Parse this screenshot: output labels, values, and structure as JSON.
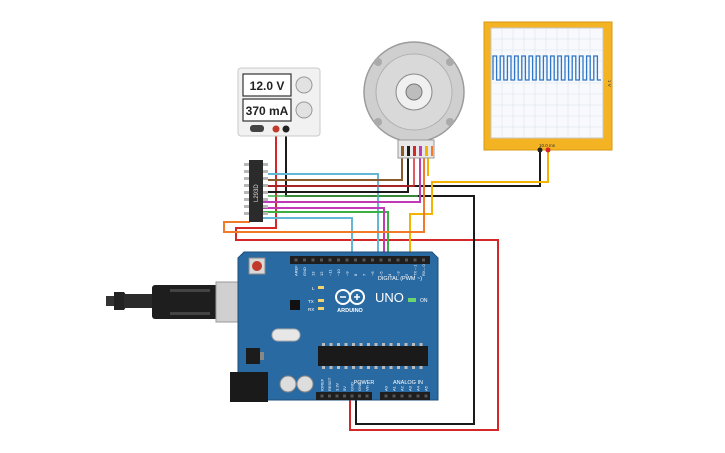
{
  "power_supply": {
    "voltage_label": "12.0 V",
    "current_label": "370 mA"
  },
  "driver_chip": {
    "label": "L293D"
  },
  "oscilloscope": {
    "time_label": "10.0 ms",
    "side_label": "1 V"
  },
  "arduino": {
    "brand_label": "ARDUINO",
    "model_label": "UNO",
    "on_label": "ON",
    "tx_label": "TX",
    "rx_label": "RX",
    "l_label": "L",
    "digital_label": "DIGITAL (PWM ~)",
    "power_label": "POWER",
    "analog_label": "ANALOG IN",
    "digital_pins": [
      "AREF",
      "GND",
      "13",
      "12",
      "~11",
      "~10",
      "~9",
      "8",
      "7",
      "~6",
      "~5",
      "4",
      "~3",
      "2",
      "TX→1",
      "RX←0"
    ],
    "power_pins": [
      "IOREF",
      "RESET",
      "3.3V",
      "5V",
      "GND",
      "GND",
      "Vin"
    ],
    "analog_pins": [
      "A0",
      "A1",
      "A2",
      "A3",
      "A4",
      "A5"
    ]
  },
  "colors": {
    "board": "#2a6aa3",
    "wire_red": "#d62728",
    "wire_black": "#1a1a1a",
    "wire_yellow": "#f2b400",
    "wire_green": "#3cb043",
    "wire_cyan": "#63b6d6",
    "wire_magenta": "#c03ab5",
    "wire_orange": "#f07a2a",
    "wire_brown": "#8b5a2b",
    "scope_frame": "#f4b323",
    "scope_wave": "#2d76c8"
  }
}
